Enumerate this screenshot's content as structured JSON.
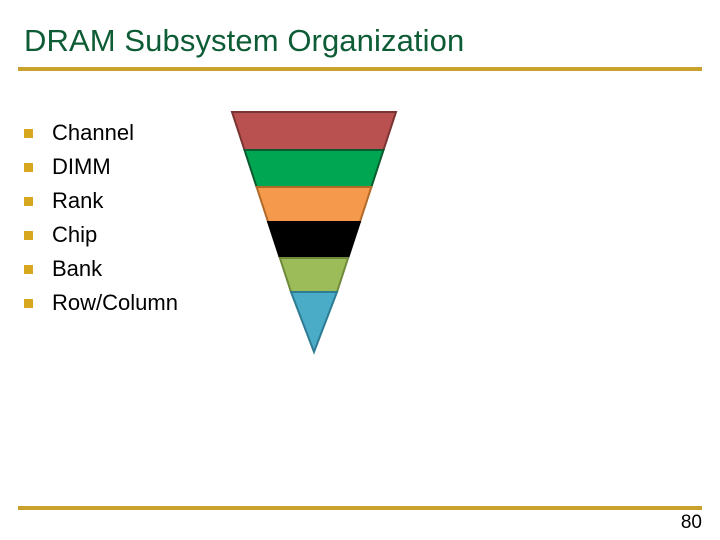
{
  "slide": {
    "title": "DRAM Subsystem Organization",
    "page_number": "80",
    "title_color": "#0d5c35",
    "rule_color": "#c8a22c",
    "bullet_marker_color": "#d7a81f",
    "background_color": "#ffffff"
  },
  "bullets": [
    {
      "label": "Channel"
    },
    {
      "label": "DIMM"
    },
    {
      "label": "Rank"
    },
    {
      "label": "Chip"
    },
    {
      "label": "Bank"
    },
    {
      "label": "Row/Column"
    }
  ],
  "pyramid": {
    "orientation": "inverted",
    "band_count": 6,
    "bands": [
      {
        "name": "channel-band",
        "color": "#b8514f",
        "stroke": "#7a3432"
      },
      {
        "name": "dimm-band",
        "color": "#00a651",
        "stroke": "#0a5c2e"
      },
      {
        "name": "rank-band",
        "color": "#f59a4c",
        "stroke": "#b06a27"
      },
      {
        "name": "chip-band",
        "color": "#000000",
        "stroke": "#000000"
      },
      {
        "name": "bank-band",
        "color": "#9cbb59",
        "stroke": "#6f8a3a"
      },
      {
        "name": "rowcolumn-band",
        "color": "#4aacc6",
        "stroke": "#2d7c93"
      }
    ]
  }
}
